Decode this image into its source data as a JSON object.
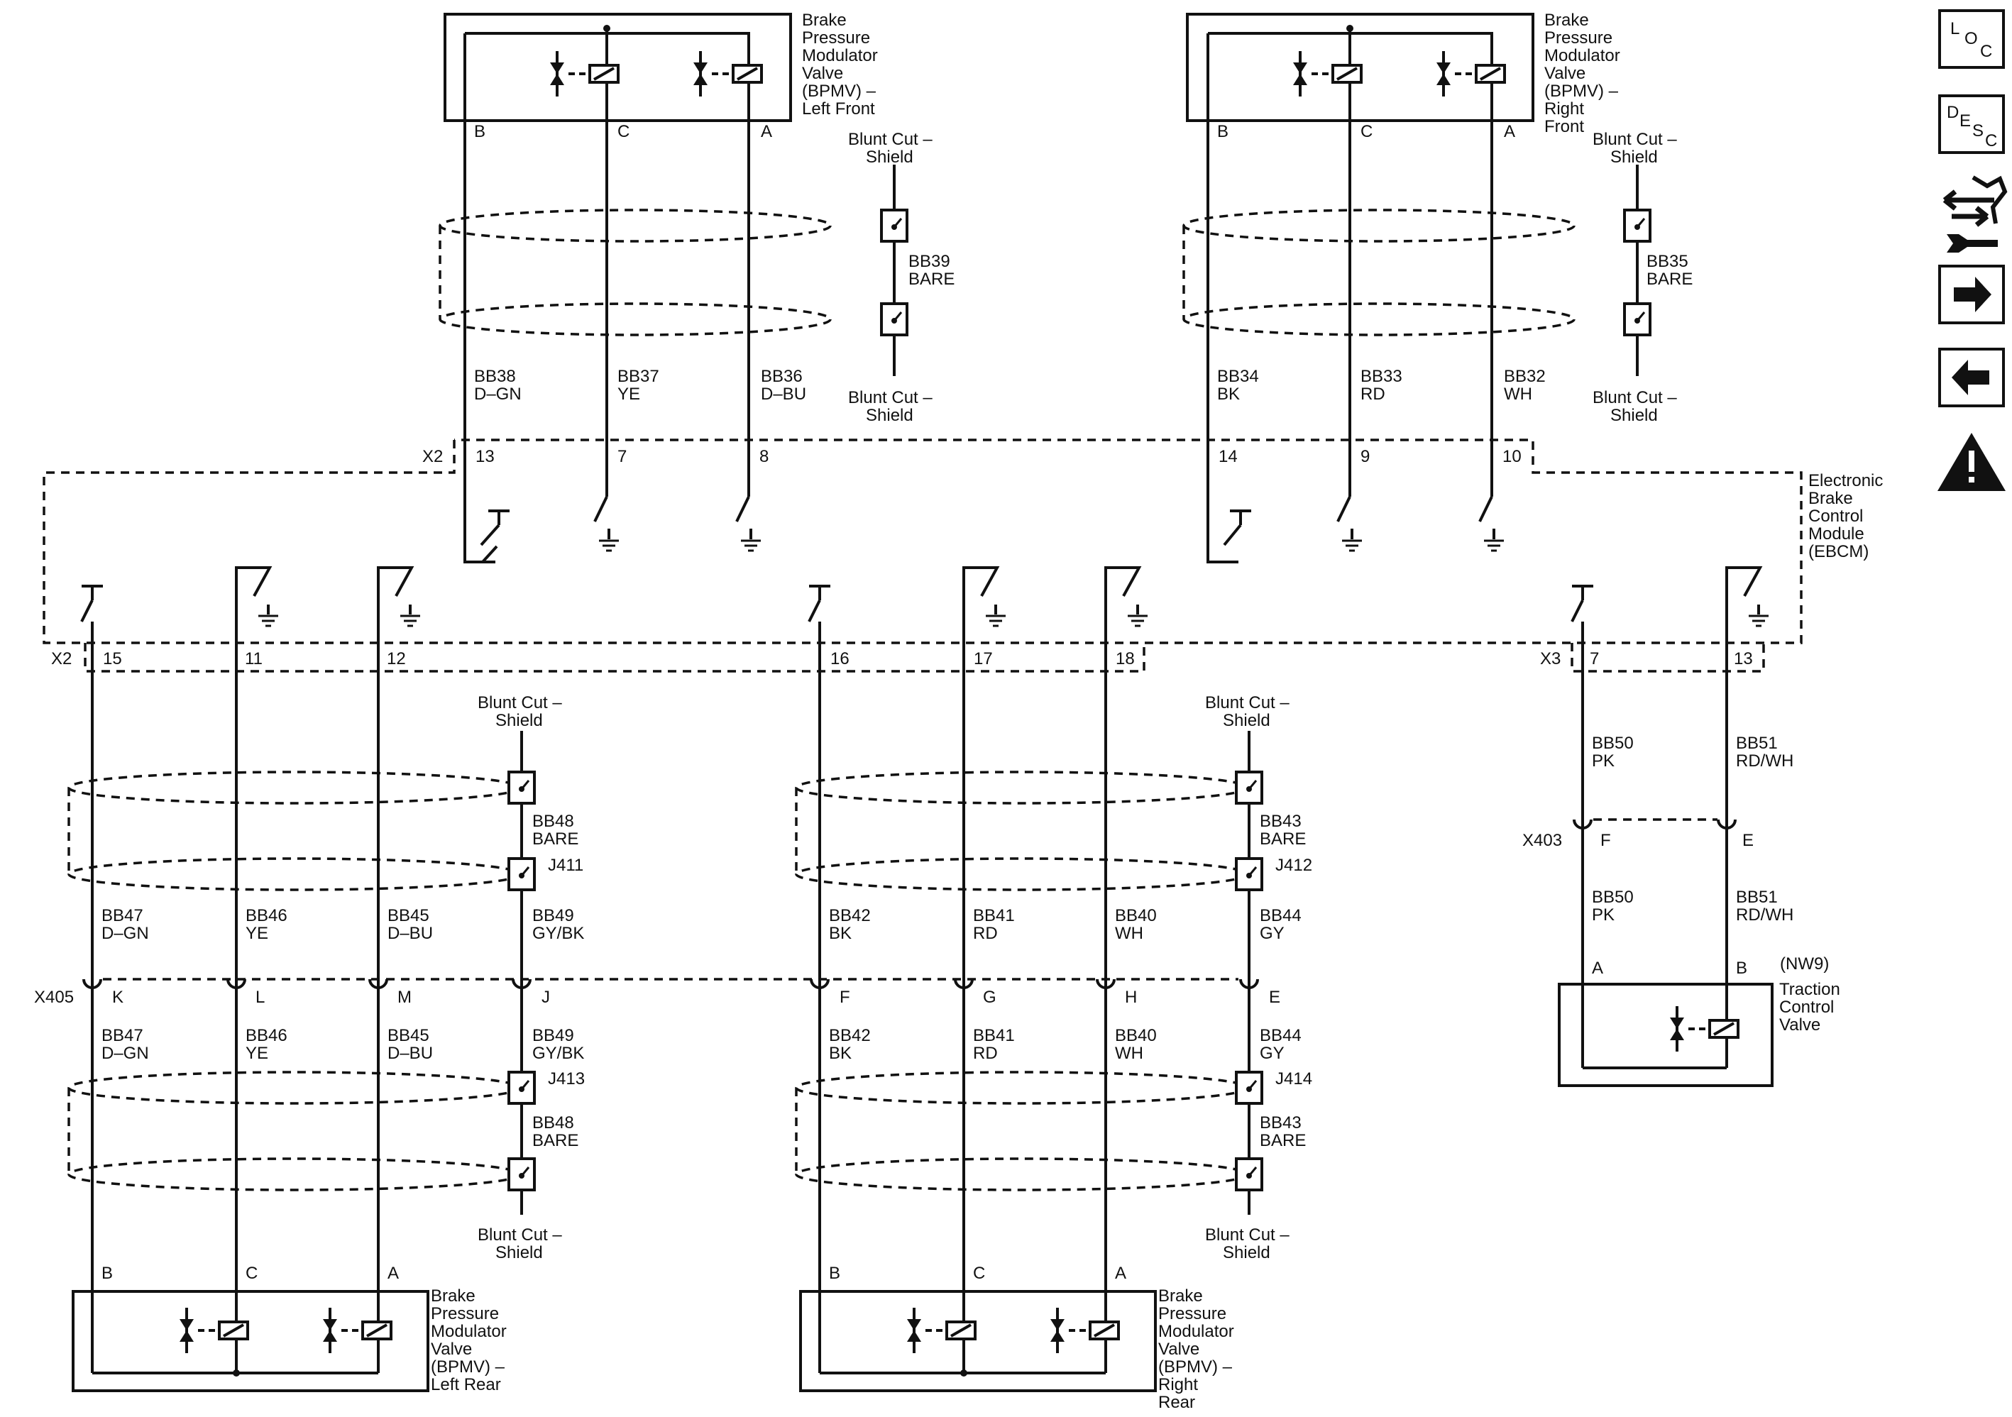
{
  "sections": {
    "bpmv_lf": {
      "title_lines": [
        "Brake",
        "Pressure",
        "Modulator",
        "Valve",
        "(BPMV) –",
        "Left Front"
      ],
      "pins": [
        "B",
        "C",
        "A"
      ],
      "wires": [
        {
          "circuit": "BB38",
          "color": "D–GN"
        },
        {
          "circuit": "BB37",
          "color": "YE"
        },
        {
          "circuit": "BB36",
          "color": "D–BU"
        }
      ],
      "shield_top": "Blunt Cut – Shield",
      "shield_wire": {
        "circuit": "BB39",
        "color": "BARE"
      },
      "shield_bottom": "Blunt Cut – Shield"
    },
    "bpmv_rf": {
      "title_lines": [
        "Brake",
        "Pressure",
        "Modulator",
        "Valve",
        "(BPMV) –",
        "Right",
        "Front"
      ],
      "pins": [
        "B",
        "C",
        "A"
      ],
      "wires": [
        {
          "circuit": "BB34",
          "color": "BK"
        },
        {
          "circuit": "BB33",
          "color": "RD"
        },
        {
          "circuit": "BB32",
          "color": "WH"
        }
      ],
      "shield_top": "Blunt Cut – Shield",
      "shield_wire": {
        "circuit": "BB35",
        "color": "BARE"
      },
      "shield_bottom": "Blunt Cut – Shield"
    },
    "ebcm": {
      "title_lines": [
        "Electronic",
        "Brake",
        "Control",
        "Module",
        "(EBCM)"
      ],
      "x2_top": {
        "connector": "X2",
        "pins": [
          "13",
          "7",
          "8",
          "14",
          "9",
          "10"
        ]
      },
      "x2_bottom": {
        "connector": "X2",
        "pins": [
          "15",
          "11",
          "12",
          "16",
          "17",
          "18"
        ]
      },
      "x3": {
        "connector": "X3",
        "pins": [
          "7",
          "13"
        ]
      }
    },
    "left_rear_group": {
      "upper_wires": [
        {
          "circuit": "BB47",
          "color": "D–GN"
        },
        {
          "circuit": "BB46",
          "color": "YE"
        },
        {
          "circuit": "BB45",
          "color": "D–BU"
        },
        {
          "circuit": "BB49",
          "color": "GY/BK"
        }
      ],
      "lower_wires": [
        {
          "circuit": "BB47",
          "color": "D–GN"
        },
        {
          "circuit": "BB46",
          "color": "YE"
        },
        {
          "circuit": "BB45",
          "color": "D–BU"
        },
        {
          "circuit": "BB49",
          "color": "GY/BK"
        }
      ],
      "upper_shield_top": "Blunt Cut – Shield",
      "upper_shield_wire": {
        "circuit": "BB48",
        "color": "BARE"
      },
      "upper_splice": "J411",
      "lower_splice": "J413",
      "lower_shield_wire": {
        "circuit": "BB48",
        "color": "BARE"
      },
      "lower_shield_bottom": "Blunt Cut – Shield",
      "x405_pins": [
        "K",
        "L",
        "M",
        "J"
      ],
      "device_pins": [
        "B",
        "C",
        "A"
      ],
      "device_title_lines": [
        "Brake",
        "Pressure",
        "Modulator",
        "Valve",
        "(BPMV) –",
        "Left Rear"
      ]
    },
    "right_rear_group": {
      "upper_wires": [
        {
          "circuit": "BB42",
          "color": "BK"
        },
        {
          "circuit": "BB41",
          "color": "RD"
        },
        {
          "circuit": "BB40",
          "color": "WH"
        },
        {
          "circuit": "BB44",
          "color": "GY"
        }
      ],
      "lower_wires": [
        {
          "circuit": "BB42",
          "color": "BK"
        },
        {
          "circuit": "BB41",
          "color": "RD"
        },
        {
          "circuit": "BB40",
          "color": "WH"
        },
        {
          "circuit": "BB44",
          "color": "GY"
        }
      ],
      "upper_shield_top": "Blunt Cut – Shield",
      "upper_shield_wire": {
        "circuit": "BB43",
        "color": "BARE"
      },
      "upper_splice": "J412",
      "lower_splice": "J414",
      "lower_shield_wire": {
        "circuit": "BB43",
        "color": "BARE"
      },
      "lower_shield_bottom": "Blunt Cut – Shield",
      "x405_pins": [
        "F",
        "G",
        "H",
        "E"
      ],
      "device_pins": [
        "B",
        "C",
        "A"
      ],
      "device_title_lines": [
        "Brake",
        "Pressure",
        "Modulator",
        "Valve",
        "(BPMV) –",
        "Right",
        "Rear"
      ]
    },
    "x405_label": "X405",
    "traction": {
      "upper_wires": [
        {
          "circuit": "BB50",
          "color": "PK"
        },
        {
          "circuit": "BB51",
          "color": "RD/WH"
        }
      ],
      "x403": {
        "connector": "X403",
        "pins": [
          "F",
          "E"
        ]
      },
      "lower_wires": [
        {
          "circuit": "BB50",
          "color": "PK"
        },
        {
          "circuit": "BB51",
          "color": "RD/WH"
        }
      ],
      "device_pins": [
        "A",
        "B"
      ],
      "device_ref": "(NW9)",
      "device_title_lines": [
        "Traction",
        "Control",
        "Valve"
      ]
    }
  },
  "nav_icons": {
    "loc": {
      "letters": [
        "L",
        "O",
        "C"
      ]
    },
    "desc": {
      "letters": [
        "D",
        "E",
        "S",
        "C"
      ]
    },
    "items": [
      "loc-icon",
      "desc-icon",
      "connector-repair-icon",
      "next-arrow-icon",
      "previous-arrow-icon",
      "warning-icon"
    ]
  }
}
